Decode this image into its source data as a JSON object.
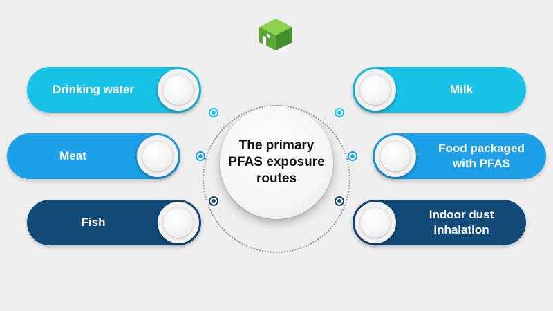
{
  "center": {
    "title": "The primary\nPFAS exposure\nroutes"
  },
  "colors": {
    "cyan": "#19c3e8",
    "sky": "#1ea0e8",
    "navy": "#124a78",
    "background": "#efefef",
    "logo_light": "#7cc142",
    "logo_dark": "#3f8f2a"
  },
  "routes": {
    "left": [
      {
        "label": "Drinking water",
        "color": "#19c3e8"
      },
      {
        "label": "Meat",
        "color": "#1ea0e8"
      },
      {
        "label": "Fish",
        "color": "#124a78"
      }
    ],
    "right": [
      {
        "label": "Milk",
        "color": "#19c3e8"
      },
      {
        "label": "Food packaged\nwith PFAS",
        "color": "#1ea0e8"
      },
      {
        "label": "Indoor dust\ninhalation",
        "color": "#124a78"
      }
    ]
  },
  "logo": {
    "icon": "green-cube-logo"
  }
}
